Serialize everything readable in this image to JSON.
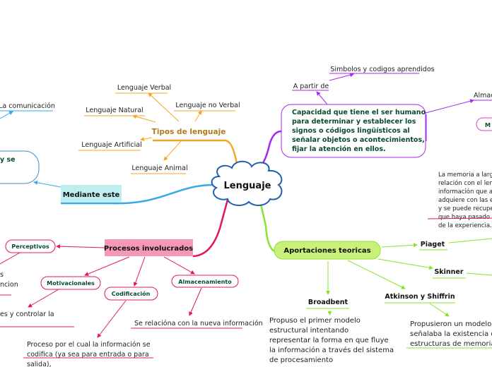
{
  "colors": {
    "orange": "#f5a623",
    "purple": "#a52af0",
    "blue": "#36a9e8",
    "crimson": "#e0185a",
    "green": "#84e62a"
  },
  "center": {
    "label": "Lenguaje",
    "icon": "cloud-shape"
  },
  "tipos": {
    "label": "Tipos de lenguaje",
    "children": [
      "Lenguaje Verbal",
      "Lenguaje no Verbal",
      "Lenguaje Natural",
      "Lenguaje Artificial",
      "Lenguaje Animal"
    ]
  },
  "mediante": {
    "label": "Mediante este",
    "box_text": "y se",
    "comunicacion": "La comunicación"
  },
  "capacidad": {
    "lines": [
      "Capacidad que tiene el ser humano",
      "para determinar y establecer los",
      "signos o códigos lingüísticos al",
      "señalar objetos o acontecimientos,",
      "fijar la atención en ellos."
    ],
    "a_partir": "A partir de",
    "simbolos": "Simbolos y codigos aprendidos",
    "almac": "Almac",
    "m_box": "M",
    "memoria": [
      "La memoria a larg",
      "relación con el len",
      "información que a",
      "adquiere con las e",
      "y se puede recupe",
      "que haya pasado t",
      "de la experiencia."
    ]
  },
  "procesos": {
    "label": "Procesos involucrados",
    "perceptivos": "Perceptivos",
    "perc_text": [
      "s",
      "ncion"
    ],
    "motivacionales": "Motivacionales",
    "motiv_text": "es y controlar la",
    "codificacion": "Codificación",
    "codif_text": [
      "Proceso por el cual la información se",
      "codifica (ya sea para entrada o para",
      "salida),"
    ],
    "almacenamiento": "Almacenamiento",
    "alm_text": "Se relacióna con la nueva información"
  },
  "aportaciones": {
    "label": "Aportaciones teoricas",
    "piaget": "Piaget",
    "skinner": "Skinner",
    "broadbent": "Broadbent",
    "broad_text": [
      "Propuso el primer modelo",
      "estructural intentando",
      "representar la forma en que fluye",
      "la información a través del sistema",
      "de procesamiento"
    ],
    "atkinson": "Atkinson y Shiffrin",
    "atk_text": [
      "Propusieron un modelo",
      "señalaba la existencia d",
      "estructuras de memoria"
    ]
  }
}
